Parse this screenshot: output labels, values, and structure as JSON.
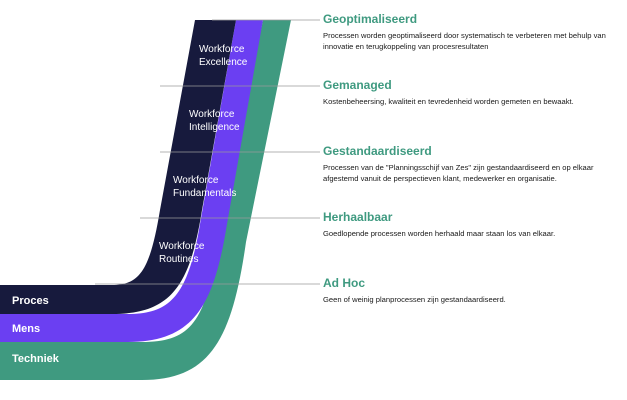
{
  "colors": {
    "proces": "#171a3d",
    "mens": "#6b3ff2",
    "techniek": "#3f9a80",
    "title": "#3f9a80",
    "divider": "#9a9a9a"
  },
  "bands": [
    {
      "label": "Proces"
    },
    {
      "label": "Mens"
    },
    {
      "label": "Techniek"
    }
  ],
  "stages": [
    {
      "line1": "Workforce",
      "line2": "Excellence"
    },
    {
      "line1": "Workforce",
      "line2": "Intelligence"
    },
    {
      "line1": "Workforce",
      "line2": "Fundamentals"
    },
    {
      "line1": "Workforce",
      "line2": "Routines"
    }
  ],
  "levels": [
    {
      "title": "Geoptimaliseerd",
      "description": "Processen worden geoptimaliseerd door systematisch te verbeteren met behulp van innovatie  en terugkoppeling van procesresultaten"
    },
    {
      "title": "Gemanaged",
      "description": "Kostenbeheersing, kwaliteit en tevredenheid worden gemeten en bewaakt."
    },
    {
      "title": "Gestandaardiseerd",
      "description": "Processen van de \"Planningsschijf van Zes\" zijn gestandaardiseerd en op elkaar afgestemd vanuit de perspectieven klant, medewerker en organisatie."
    },
    {
      "title": "Herhaalbaar",
      "description": "Goedlopende processen worden herhaald maar staan los van elkaar."
    },
    {
      "title": "Ad Hoc",
      "description": "Geen of weinig planprocessen zijn gestandaardiseerd."
    }
  ]
}
